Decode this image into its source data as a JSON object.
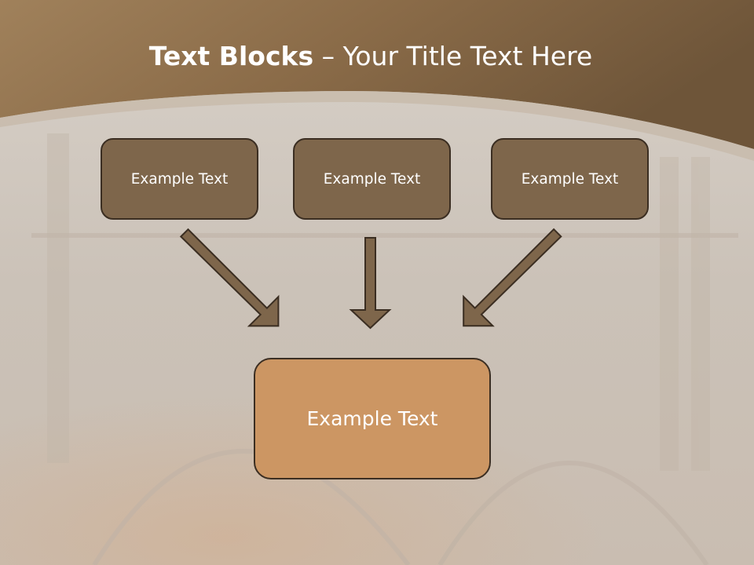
{
  "slide": {
    "title_bold": "Text Blocks",
    "title_dash": " – ",
    "title_rest": "Your Title Text Here",
    "top_boxes": [
      "Example Text",
      "Example Text",
      "Example Text"
    ],
    "bottom_box": "Example Text"
  },
  "colors": {
    "header": "#8c6d49",
    "box_dark": "#7e664b",
    "box_light": "#cc9663",
    "outline": "#3b2e22",
    "arrow_fill": "#7e664b"
  }
}
